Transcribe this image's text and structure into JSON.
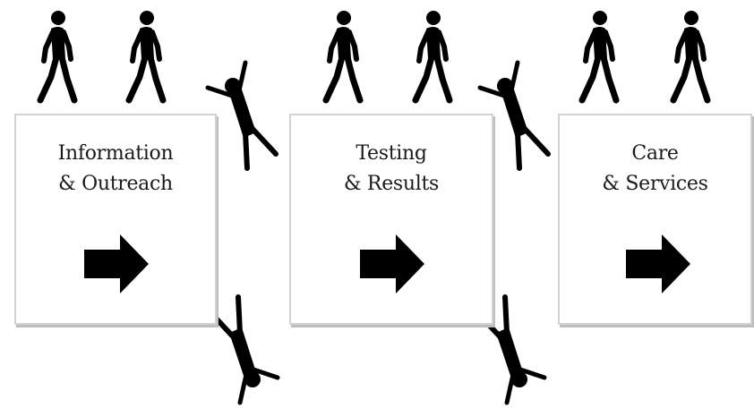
{
  "stages": [
    {
      "line1": "Information",
      "line2": "& Outreach"
    },
    {
      "line1": "Testing",
      "line2": "& Results"
    },
    {
      "line1": "Care",
      "line2": "& Services"
    }
  ],
  "colors": {
    "figure": "#000000",
    "box_border": "#d2d2d2",
    "text": "#1a1a1a"
  },
  "icons": {
    "walking": "walking-person-icon",
    "falling": "falling-person-icon",
    "arrow": "right-arrow-icon"
  }
}
